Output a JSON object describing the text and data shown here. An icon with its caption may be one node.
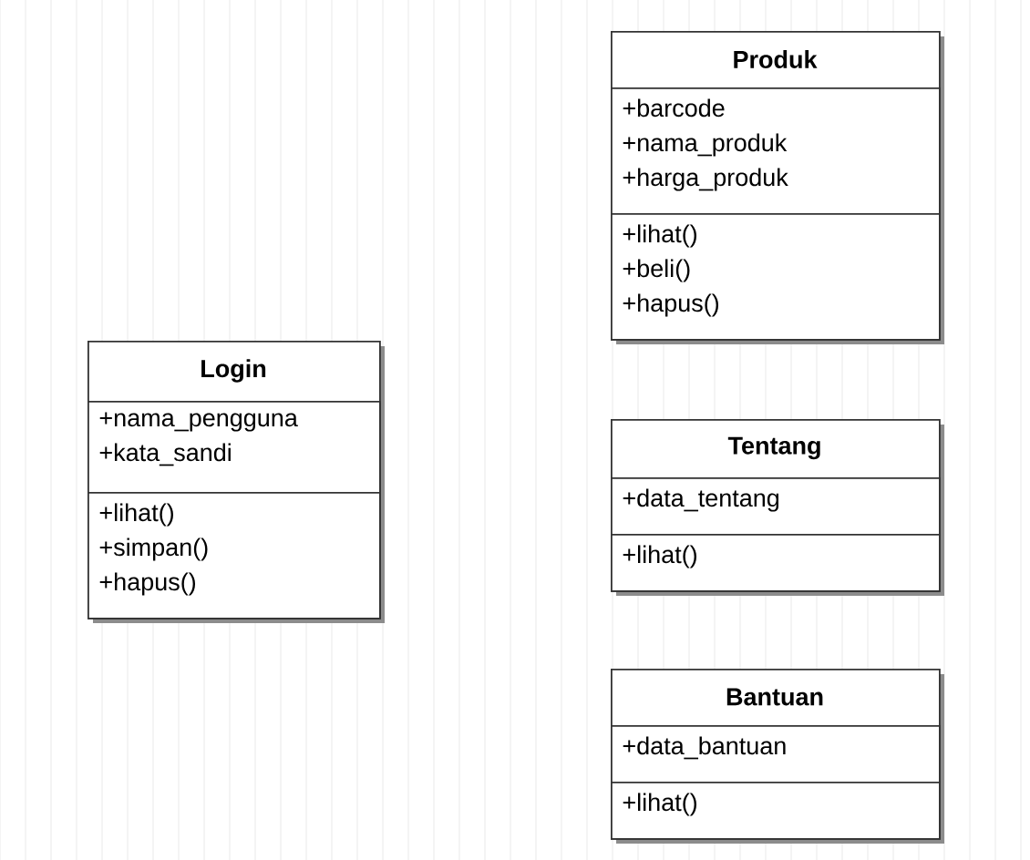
{
  "diagram": {
    "nodes": [
      {
        "text": [
          "Produk"
        ]
      },
      {
        "text": [
          "+barcode",
          "+nama_produk",
          "+harga_produk"
        ],
        "in": 0
      },
      {
        "text": [
          "+lihat()",
          "+beli()",
          "+hapus()"
        ],
        "in": 0
      },
      {
        "text": [
          "Login"
        ]
      },
      {
        "text": [
          "+nama_pengguna",
          "+kata_sandi"
        ],
        "in": 3
      },
      {
        "text": [
          "+lihat()",
          "+simpan()",
          "+hapus()"
        ],
        "in": 3
      },
      {
        "text": [
          "Tentang"
        ]
      },
      {
        "text": [
          "+data_tentang"
        ],
        "in": 6
      },
      {
        "text": [
          "+lihat()"
        ],
        "in": 6
      },
      {
        "text": [
          "Bantuan"
        ]
      },
      {
        "text": [
          "+data_bantuan"
        ],
        "in": 9
      },
      {
        "text": [
          "+lihat()"
        ],
        "in": 9
      }
    ]
  }
}
